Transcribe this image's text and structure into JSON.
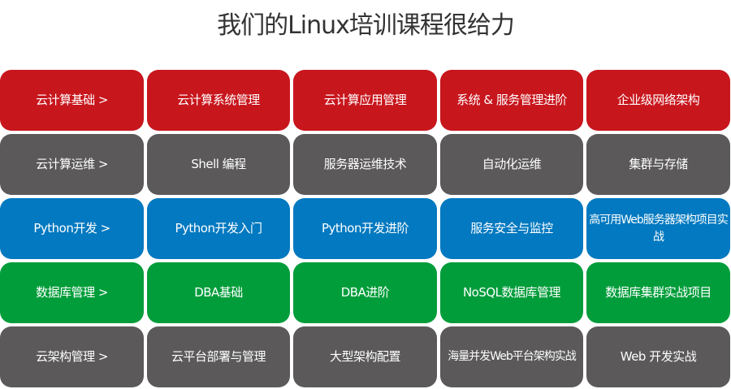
{
  "header": {
    "title": "我们的Linux培训课程很给力"
  },
  "colors": {
    "red": "#c8161d",
    "gray": "#5b5959",
    "blue": "#0279c0",
    "green": "#029d3b",
    "text": "#ffffff",
    "title": "#333333"
  },
  "rows": [
    {
      "color": "red",
      "category": "云计算基础 >",
      "courses": [
        "云计算系统管理",
        "云计算应用管理",
        "系统 & 服务管理进阶",
        "企业级网络架构"
      ]
    },
    {
      "color": "gray",
      "category": "云计算运维 >",
      "courses": [
        "Shell 编程",
        "服务器运维技术",
        "自动化运维",
        "集群与存储"
      ]
    },
    {
      "color": "blue",
      "category": "Python开发 >",
      "courses": [
        "Python开发入门",
        "Python开发进阶",
        "服务安全与监控",
        "高可用Web服务器架构项目实战"
      ]
    },
    {
      "color": "green",
      "category": "数据库管理 >",
      "courses": [
        "DBA基础",
        "DBA进阶",
        "NoSQL数据库管理",
        "数据库集群实战项目"
      ]
    },
    {
      "color": "gray",
      "category": "云架构管理 >",
      "courses": [
        "云平台部署与管理",
        "大型架构配置",
        "海量并发Web平台架构实战",
        "Web 开发实战"
      ]
    }
  ]
}
